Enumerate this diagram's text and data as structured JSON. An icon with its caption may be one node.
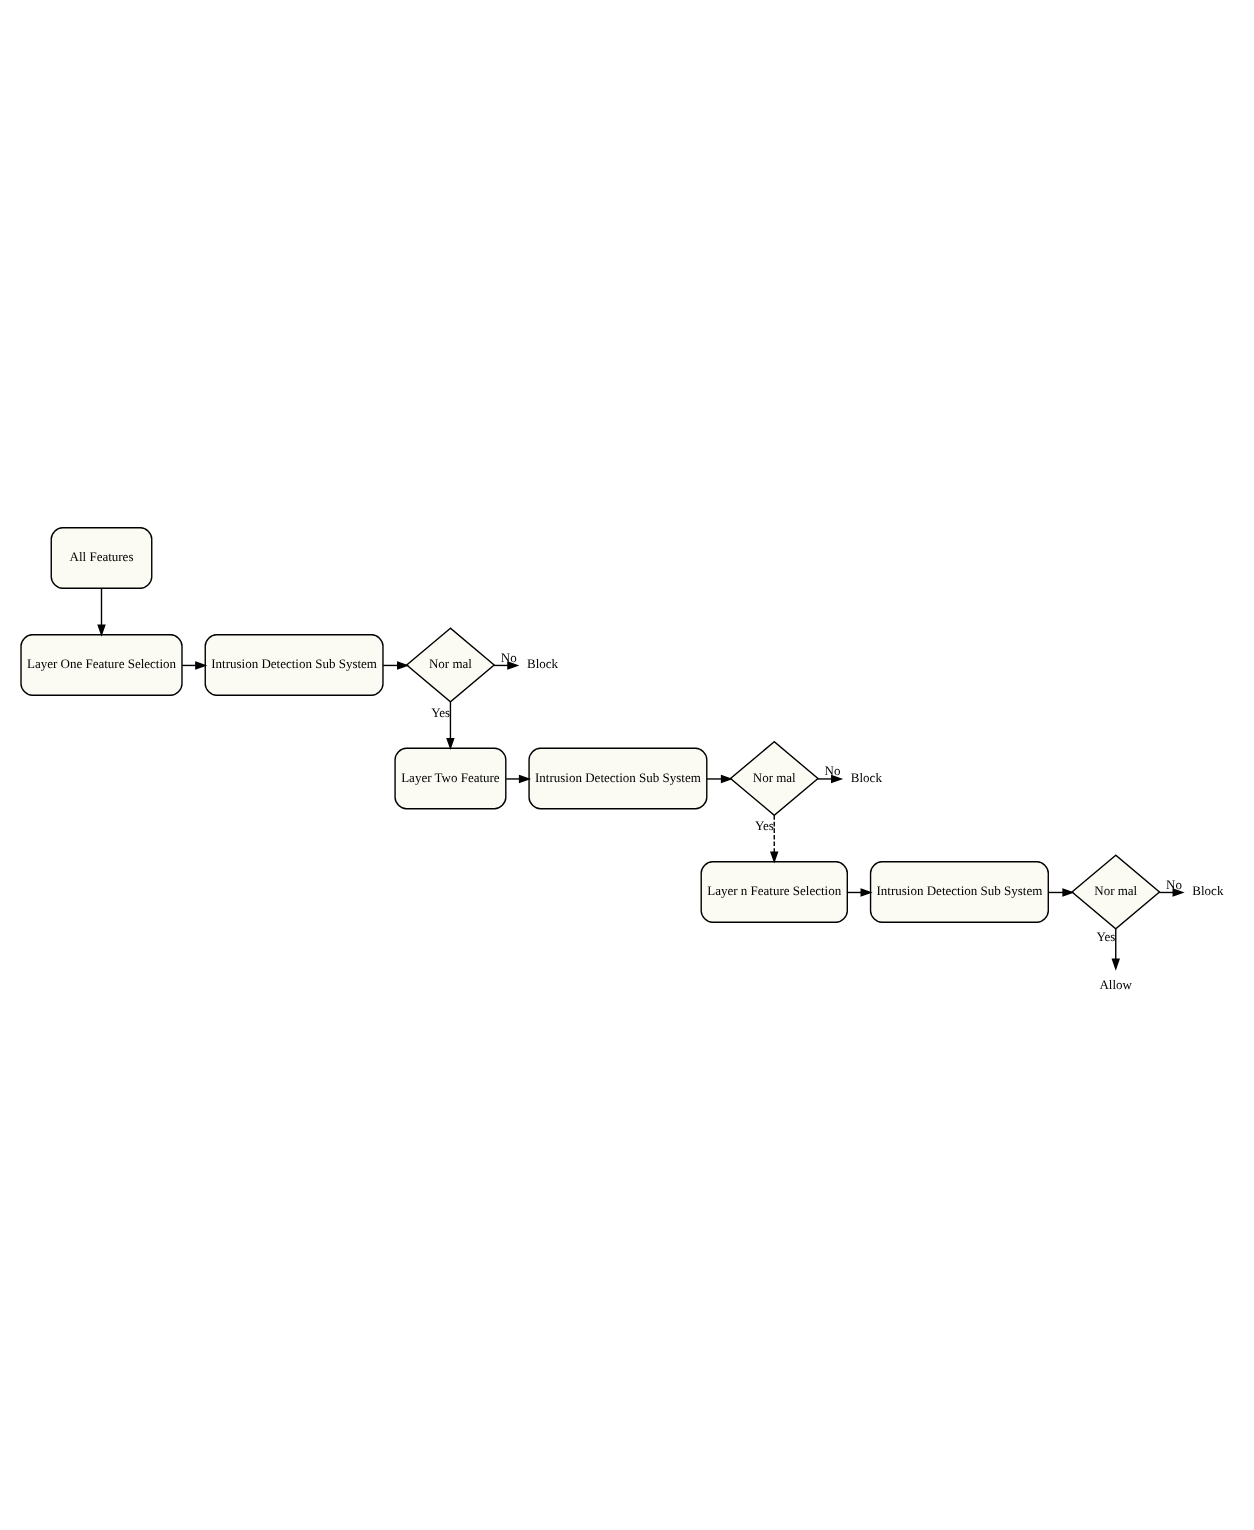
{
  "diagram": {
    "nodes": [
      {
        "text": [
          "All Features"
        ]
      },
      {
        "text": [
          "Layer One Feature Selection"
        ]
      },
      {
        "text": [
          "Intrusion Detection Sub System"
        ]
      },
      {
        "text": [
          "Nor mal"
        ]
      },
      {
        "text": [
          "Block"
        ]
      },
      {
        "text": [
          "Layer Two Feature"
        ]
      },
      {
        "text": [
          "Intrusion Detection Sub System"
        ]
      },
      {
        "text": [
          "Nor mal"
        ]
      },
      {
        "text": [
          "Block"
        ]
      },
      {
        "text": [
          "Layer n Feature Selection"
        ]
      },
      {
        "text": [
          "Intrusion Detection Sub System"
        ]
      },
      {
        "text": [
          "Nor mal"
        ]
      },
      {
        "text": [
          "Block"
        ]
      },
      {
        "text": [
          "Allow"
        ]
      }
    ],
    "edges": [
      {
        "from": 0,
        "to": 1,
        "arrow": "to"
      },
      {
        "from": 1,
        "to": 2,
        "arrow": "to"
      },
      {
        "from": 2,
        "to": 3,
        "arrow": "to"
      },
      {
        "from": 3,
        "to": 4,
        "arrow": "to",
        "label": "No"
      },
      {
        "from": 3,
        "to": 5,
        "arrow": "to",
        "label": "Yes"
      },
      {
        "from": 5,
        "to": 6,
        "arrow": "to"
      },
      {
        "from": 6,
        "to": 7,
        "arrow": "to"
      },
      {
        "from": 7,
        "to": 8,
        "arrow": "to",
        "label": "No"
      },
      {
        "from": 7,
        "to": 9,
        "arrow": "to",
        "label": "Yes",
        "style": "dashed"
      },
      {
        "from": 9,
        "to": 10,
        "arrow": "to"
      },
      {
        "from": 10,
        "to": 11,
        "arrow": "to"
      },
      {
        "from": 11,
        "to": 12,
        "arrow": "to",
        "label": "No"
      },
      {
        "from": 11,
        "to": 13,
        "arrow": "to",
        "label": "Yes"
      }
    ]
  }
}
